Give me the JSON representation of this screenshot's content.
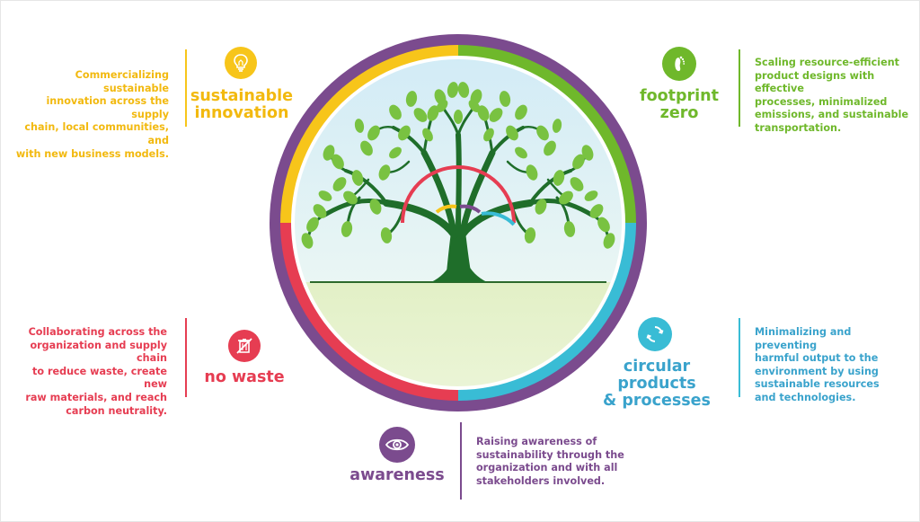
{
  "colors": {
    "yellow": "#f7c51a",
    "green": "#6fb82b",
    "cyan": "#39bcd5",
    "red": "#e63d52",
    "purple": "#7b4b8e",
    "blue_text": "#3aa3cc",
    "tree": "#1f6e2a",
    "leaf": "#79c241",
    "sky": "#d7eef7",
    "ground": "#e6f2cd"
  },
  "sections": {
    "sustainable_innovation": {
      "title_line1": "sustainable",
      "title_line2": "innovation",
      "icon": "lightbulb-icon",
      "desc": [
        "Commercializing sustainable",
        "innovation across the supply",
        "chain, local communities, and",
        "with new business models."
      ]
    },
    "footprint_zero": {
      "title_line1": "footprint",
      "title_line2": "zero",
      "icon": "footprint-icon",
      "desc": [
        "Scaling resource-efficient",
        "product designs with effective",
        "processes, minimalized",
        "emissions, and sustainable",
        "transportation."
      ]
    },
    "no_waste": {
      "title_line1": "no waste",
      "icon": "trash-crossed-icon",
      "desc": [
        "Collaborating across the",
        "organization and supply chain",
        "to reduce waste, create new",
        "raw materials, and reach",
        "carbon neutrality."
      ]
    },
    "circular": {
      "title_line1": "circular products",
      "title_line2": "& processes",
      "icon": "recycle-arrows-icon",
      "desc": [
        "Minimalizing and preventing",
        "harmful output to the",
        "environment by using",
        "sustainable resources",
        "and technologies."
      ]
    },
    "awareness": {
      "title_line1": "awareness",
      "icon": "eye-icon",
      "desc": [
        "Raising awareness of",
        "sustainability through the",
        "organization and with all",
        "stakeholders involved."
      ]
    }
  }
}
